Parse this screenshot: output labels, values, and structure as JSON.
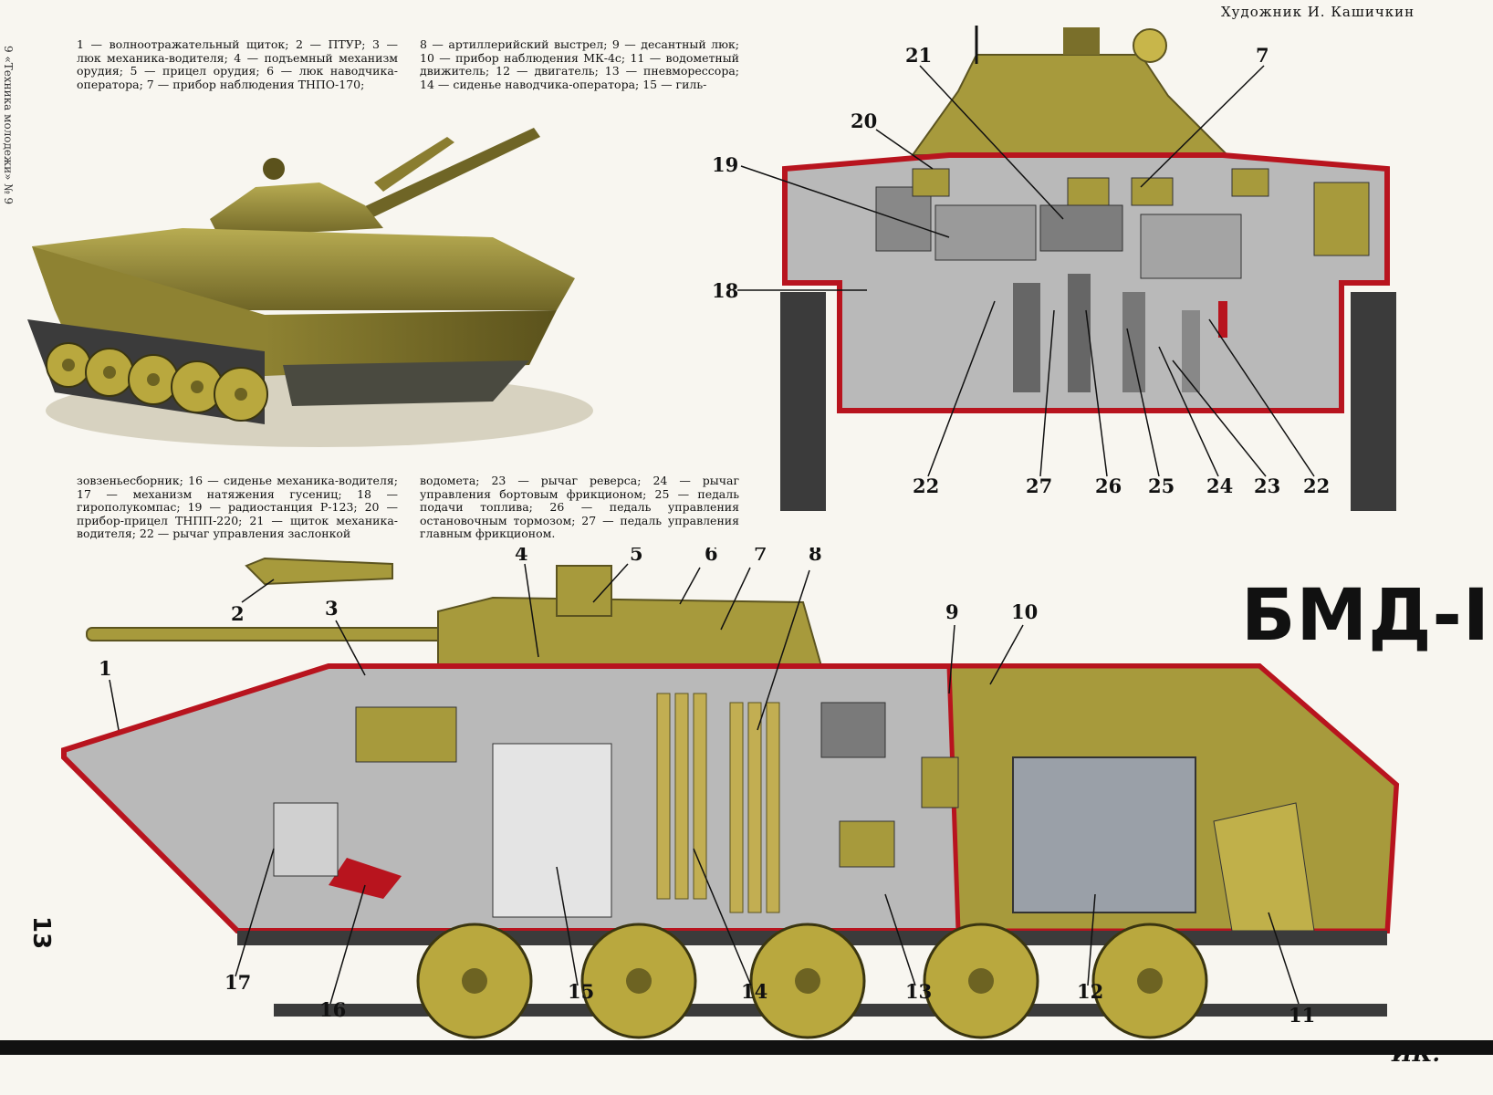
{
  "artist_credit": "Художник И. Кашичкин",
  "title": "БМД-I",
  "page_number": "13",
  "side_caption": "9 «Техника молодежи» № 9",
  "signature": "ИК.",
  "legend": {
    "col1_top": "1 — волноотражательный щиток; 2 — ПТУР; 3 — люк механика-водителя; 4 — подъемный механизм орудия; 5 — прицел орудия; 6 — люк наводчика-оператора; 7 — прибор наблюдения ТНПО-170;",
    "col2_top": "8 — артиллерийский выстрел; 9 — десантный люк; 10 — прибор наблюдения МК-4с; 11 — водометный движитель; 12 — двигатель; 13 — пневморессора; 14 — сиденье наводчика-оператора; 15 — гиль-",
    "col1_bottom": "зовзеньесборник; 16 — сиденье механика-водителя; 17 — механизм натяжения гусениц; 18 — гирополукомпас; 19 — радиостанция Р-123; 20 — прибор-прицел ТНПП-220; 21 — щиток механика-водителя; 22 — рычаг управления заслонкой",
    "col2_bottom": "водомета; 23 — рычаг реверса; 24 — рычаг управления бортовым фрикционом; 25 — педаль подачи топлива; 26 — педаль управления остановочным тормозом; 27 — педаль управления главным фрикционом."
  },
  "front_view_callouts": [
    "21",
    "7",
    "20",
    "19",
    "18",
    "22",
    "27",
    "26",
    "25",
    "24",
    "23",
    "22"
  ],
  "side_view_callouts": [
    "1",
    "2",
    "3",
    "4",
    "5",
    "6",
    "7",
    "8",
    "9",
    "10",
    "11",
    "12",
    "13",
    "14",
    "15",
    "16",
    "17"
  ],
  "colors": {
    "olive": "#a79a3c",
    "olive_dark": "#6d6322",
    "hull_red": "#b8141e",
    "interior_gray": "#b9b9b9",
    "track": "#3b3b3b",
    "background": "#f8f6f0"
  }
}
